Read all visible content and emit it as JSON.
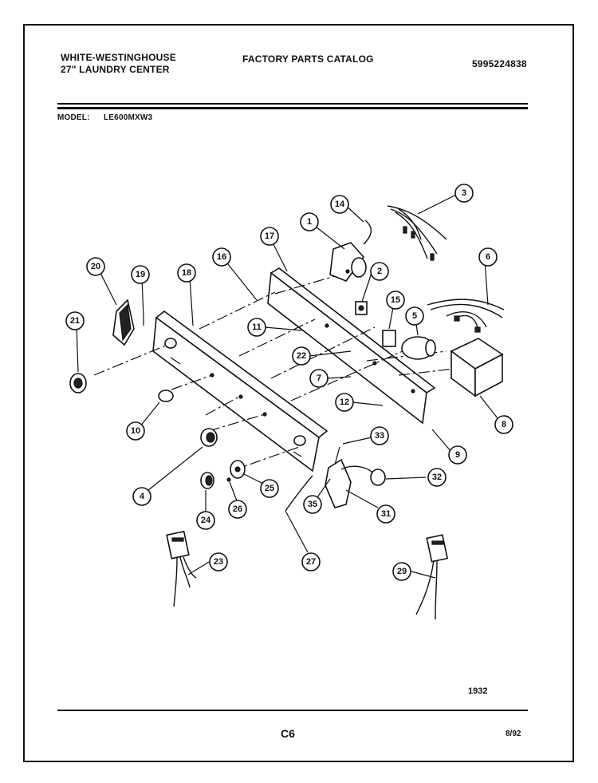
{
  "header": {
    "brand_line1": "WHITE-WESTINGHOUSE",
    "brand_line2": "27\" LAUNDRY CENTER",
    "catalog_title": "FACTORY PARTS CATALOG",
    "catalog_number": "5995224838",
    "model_label": "MODEL:",
    "model_value": "LE600MXW3"
  },
  "callouts": [
    "1",
    "2",
    "3",
    "4",
    "5",
    "6",
    "8",
    "9",
    "10",
    "11",
    "12",
    "14",
    "15",
    "16",
    "17",
    "18",
    "19",
    "20",
    "21",
    "22",
    "7",
    "23",
    "24",
    "25",
    "26",
    "27",
    "29",
    "31",
    "32",
    "33",
    "35"
  ],
  "footer": {
    "figure_number": "1932",
    "page_code": "C6",
    "date": "8/92"
  }
}
